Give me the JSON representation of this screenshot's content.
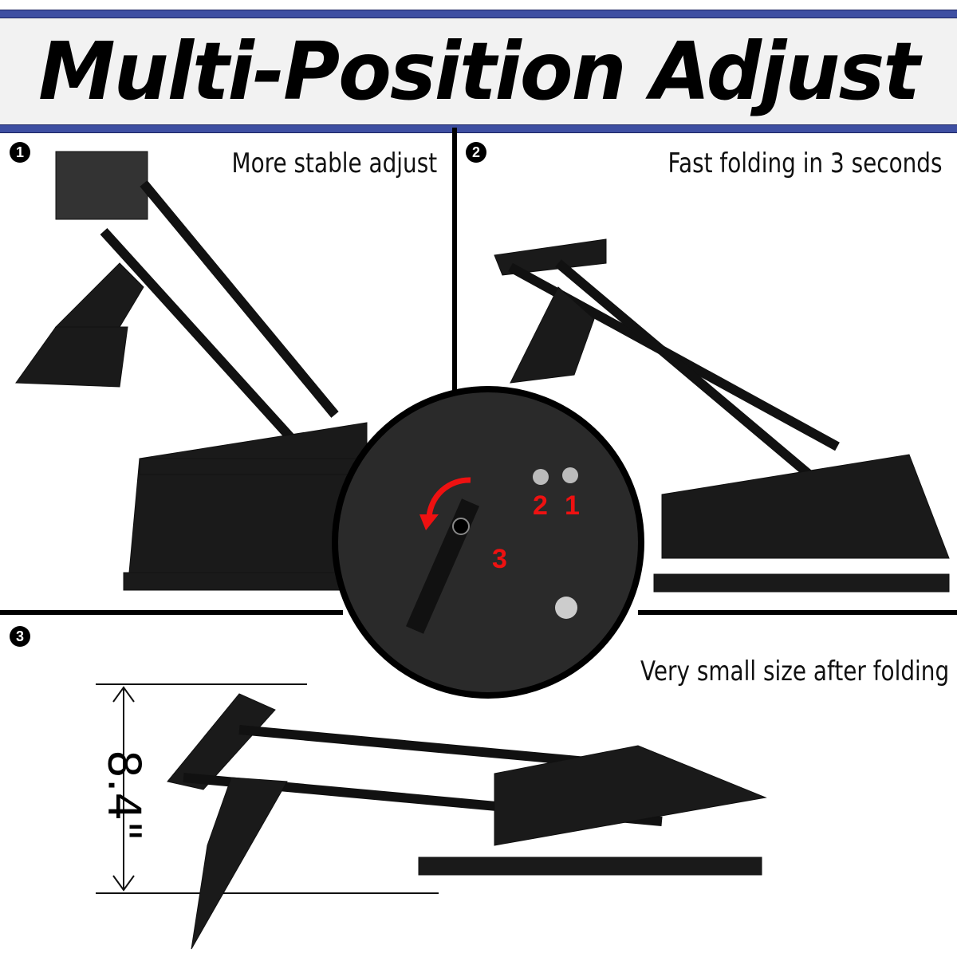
{
  "header": {
    "title": "Multi-Position Adjust"
  },
  "panels": [
    {
      "number": "1",
      "caption": "More stable adjust"
    },
    {
      "number": "2",
      "caption": "Fast folding in 3 seconds"
    },
    {
      "number": "3",
      "caption": "Very small size after folding"
    }
  ],
  "detail": {
    "labels": [
      "2",
      "1",
      "3"
    ]
  },
  "dimension": {
    "label": "8.4\""
  },
  "colors": {
    "accent_bar": "#3e4fa2",
    "highlight": "#e11111"
  }
}
